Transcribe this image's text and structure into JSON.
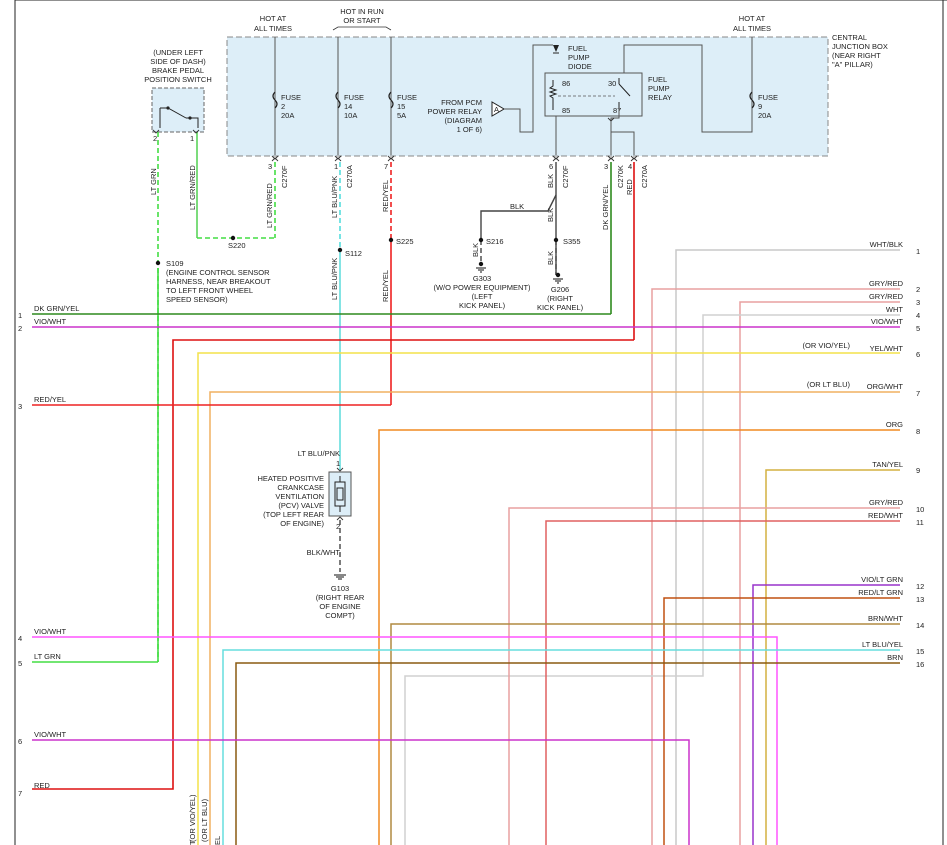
{
  "colors": {
    "dk_grn_yel": "#2e8a1e",
    "vio_wht": "#cc33cc",
    "red_yel": "#ee2222",
    "red": "#dd1111",
    "yel_wht": "#f3e24a",
    "org_wht": "#f0b060",
    "org": "#f08a20",
    "tan_yel": "#d4b040",
    "gry_red": "#e8a0a0",
    "red_wht": "#e06060",
    "vio_lt_grn": "#9933cc",
    "red_lt_grn": "#c05010",
    "brn_wht": "#b08a40",
    "lt_blu_yel": "#66dddd",
    "brn": "#8a5a10",
    "lt_grn": "#44dd44",
    "wht": "#d0d0d0",
    "wht_blk": "#c8c8c8",
    "lt_blu": "#55dddd",
    "blk": "#444444",
    "box_fill": "#ddeef8",
    "box_stroke": "#888888"
  },
  "header": {
    "hot_at_all_times": [
      "HOT AT",
      "ALL TIMES"
    ],
    "hot_in_run": [
      "HOT IN RUN",
      "OR START"
    ]
  },
  "junction_box": [
    "CENTRAL",
    "JUNCTION BOX",
    "(NEAR RIGHT",
    "\"A\" PILLAR)"
  ],
  "brake_switch": [
    "(UNDER LEFT",
    "SIDE OF DASH)",
    "BRAKE PEDAL",
    "POSITION SWITCH"
  ],
  "fuses": [
    {
      "label": "FUSE",
      "num": "2",
      "amp": "20A"
    },
    {
      "label": "FUSE",
      "num": "14",
      "amp": "10A"
    },
    {
      "label": "FUSE",
      "num": "15",
      "amp": "5A"
    },
    {
      "label": "FUSE",
      "num": "9",
      "amp": "20A"
    }
  ],
  "diode": [
    "FUEL",
    "PUMP",
    "DIODE"
  ],
  "relay": {
    "title": [
      "FUEL",
      "PUMP",
      "RELAY"
    ],
    "pins": [
      "86",
      "85",
      "30",
      "87"
    ]
  },
  "pcm_relay": {
    "letter": "A",
    "text": [
      "FROM PCM",
      "POWER RELAY",
      "(DIAGRAM",
      "1 OF 6)"
    ]
  },
  "connectors": [
    "C270F",
    "C270A",
    "C270F",
    "C270K",
    "C270A"
  ],
  "pin_numbers": [
    "2",
    "1",
    "3",
    "1",
    "7",
    "6",
    "3",
    "4"
  ],
  "wire_labels": {
    "lt_grn": "LT GRN",
    "lt_grn_red": "LT GRN/RED",
    "lt_blu_pnk": "LT BLU/PNK",
    "red_yel": "RED/YEL",
    "blk": "BLK",
    "dk_grn_yel": "DK GRN/YEL",
    "red": "RED",
    "blk_wht": "BLK/WHT"
  },
  "splices": {
    "s220": "S220",
    "s112": "S112",
    "s225": "S225",
    "s216": "S216",
    "s355": "S355",
    "s109": "S109",
    "s109_note": [
      "(ENGINE CONTROL SENSOR",
      "HARNESS, NEAR BREAKOUT",
      "TO LEFT FRONT WHEEL",
      "SPEED SENSOR)"
    ]
  },
  "grounds": {
    "g303": [
      "G303",
      "(W/O POWER EQUIPMENT)",
      "(LEFT",
      "KICK PANEL)"
    ],
    "g206": [
      "G206",
      "(RIGHT",
      "KICK PANEL)"
    ],
    "g103": [
      "G103",
      "(RIGHT REAR",
      "OF ENGINE",
      "COMPT)"
    ]
  },
  "pcv": {
    "title": [
      "HEATED POSITIVE",
      "CRANKCASE",
      "VENTILATION",
      "(PCV) VALVE",
      "(TOP LEFT REAR",
      "OF ENGINE)"
    ],
    "pin1": "1",
    "pin2": "2"
  },
  "left_outputs": [
    {
      "num": "1",
      "label": "DK GRN/YEL"
    },
    {
      "num": "2",
      "label": "VIO/WHT"
    },
    {
      "num": "3",
      "label": "RED/YEL"
    },
    {
      "num": "4",
      "label": "VIO/WHT"
    },
    {
      "num": "5",
      "label": "LT GRN"
    },
    {
      "num": "6",
      "label": "VIO/WHT"
    },
    {
      "num": "7",
      "label": "RED"
    }
  ],
  "right_outputs": [
    {
      "num": "1",
      "label": "WHT/BLK",
      "note": ""
    },
    {
      "num": "2",
      "label": "GRY/RED",
      "note": ""
    },
    {
      "num": "3",
      "label": "GRY/RED",
      "note": ""
    },
    {
      "num": "4",
      "label": "WHT",
      "note": ""
    },
    {
      "num": "5",
      "label": "VIO/WHT",
      "note": ""
    },
    {
      "num": "6",
      "label": "YEL/WHT",
      "note": "(OR VIO/YEL)"
    },
    {
      "num": "7",
      "label": "ORG/WHT",
      "note": "(OR LT BLU)"
    },
    {
      "num": "8",
      "label": "ORG",
      "note": ""
    },
    {
      "num": "9",
      "label": "TAN/YEL",
      "note": ""
    },
    {
      "num": "10",
      "label": "GRY/RED",
      "note": ""
    },
    {
      "num": "11",
      "label": "RED/WHT",
      "note": ""
    },
    {
      "num": "12",
      "label": "VIO/LT GRN",
      "note": ""
    },
    {
      "num": "13",
      "label": "RED/LT GRN",
      "note": ""
    },
    {
      "num": "14",
      "label": "BRN/WHT",
      "note": ""
    },
    {
      "num": "15",
      "label": "LT BLU/YEL",
      "note": ""
    },
    {
      "num": "16",
      "label": "BRN",
      "note": ""
    }
  ],
  "bottom_labels": [
    "(OR VIO/YEL)",
    "(OR LT BLU)",
    "T",
    "EL"
  ]
}
